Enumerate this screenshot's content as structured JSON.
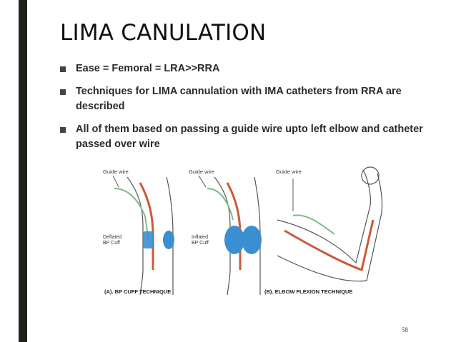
{
  "slide": {
    "title": "LIMA CANULATION",
    "bullets": [
      "Ease = Femoral = LRA>>RRA",
      "Techniques for LIMA cannulation with IMA catheters from RRA are described",
      "All of them based on passing a guide wire upto left elbow and catheter passed over wire"
    ],
    "page_number": "58"
  },
  "figure": {
    "labels": {
      "guide_wire_1": "Guide wire",
      "guide_wire_2": "Guide wire",
      "guide_wire_3": "Guide wire",
      "deflated_1": "Deflated",
      "deflated_2": "BP Cuff",
      "inflated_1": "Inflated",
      "inflated_2": "BP Cuff"
    },
    "captions": {
      "a": "(A). BP CUFF TECHNIQUE",
      "b": "(B). ELBOW FLEXION TECHNIQUE"
    },
    "colors": {
      "artery": "#cc5a38",
      "wire": "#7fb98a",
      "cuff": "#3b8fd0",
      "outline": "#555555"
    }
  }
}
